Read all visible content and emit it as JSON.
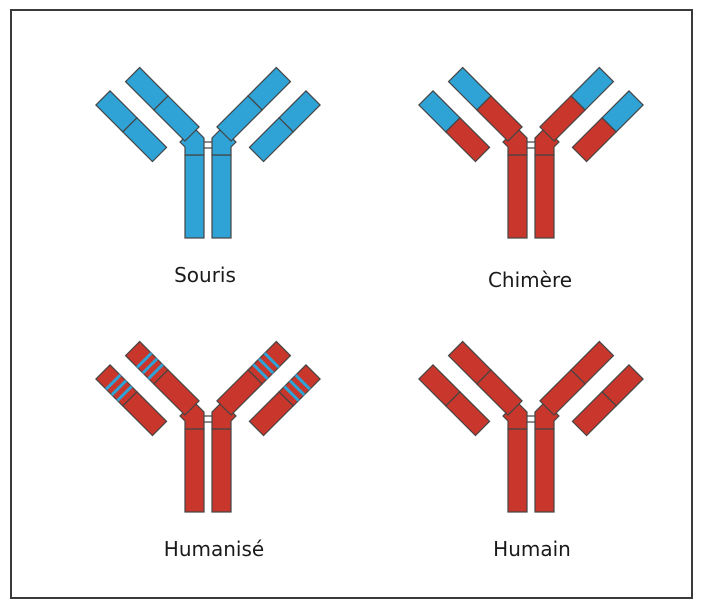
{
  "colors": {
    "murine": "#2fa3d6",
    "human": "#c9362b",
    "outline": "#444444"
  },
  "panels": [
    {
      "key": "souris",
      "label": "Souris"
    },
    {
      "key": "chimere",
      "label": "Chimère"
    },
    {
      "key": "humanise",
      "label": "Humanisé"
    },
    {
      "key": "humain",
      "label": "Humain"
    }
  ]
}
